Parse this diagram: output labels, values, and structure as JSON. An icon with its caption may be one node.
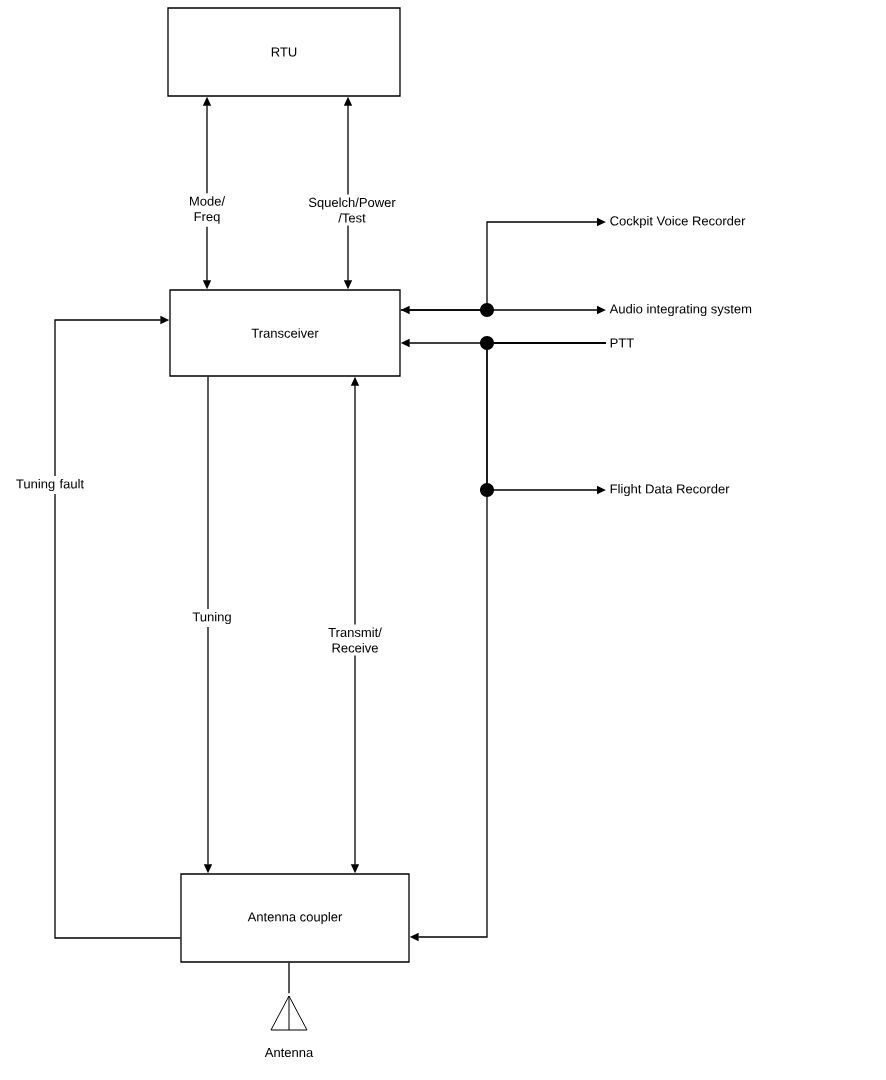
{
  "diagram": {
    "nodes": [
      {
        "text": [
          "RTU"
        ]
      },
      {
        "text": [
          "Transceiver"
        ]
      },
      {
        "text": [
          "Antenna coupler"
        ]
      },
      {
        "text": [
          "Cockpit Voice Recorder"
        ]
      },
      {
        "text": [
          "Audio integrating system"
        ]
      },
      {
        "text": [
          "PTT"
        ]
      },
      {
        "text": [
          "Flight Data Recorder"
        ]
      },
      {
        "text": [],
        "shape": "picture",
        "beside": [
          "Antenna"
        ]
      }
    ],
    "edges": [
      {
        "from": 1,
        "to": 0,
        "arrow": "both",
        "label": "Mode/ Freq"
      },
      {
        "from": 1,
        "to": 0,
        "arrow": "both",
        "label": "Squelch/Power /Test"
      },
      {
        "from": 1,
        "to": 2,
        "arrow": "to",
        "label": "Tuning"
      },
      {
        "from": 1,
        "to": 2,
        "arrow": "both",
        "label": "Transmit/ Receive"
      },
      {
        "from": 2,
        "to": 1,
        "arrow": "to",
        "label": "Tuning fault"
      },
      {
        "from": 1,
        "to": 4,
        "arrow": "both"
      },
      {
        "from": 1,
        "to": 3,
        "arrow": "to"
      },
      {
        "from": 5,
        "to": 1,
        "arrow": "to"
      },
      {
        "from": 5,
        "to": 6,
        "arrow": "to"
      },
      {
        "from": 5,
        "to": 2,
        "arrow": "to"
      },
      {
        "from": 2,
        "to": 7,
        "arrow": "none"
      }
    ]
  }
}
